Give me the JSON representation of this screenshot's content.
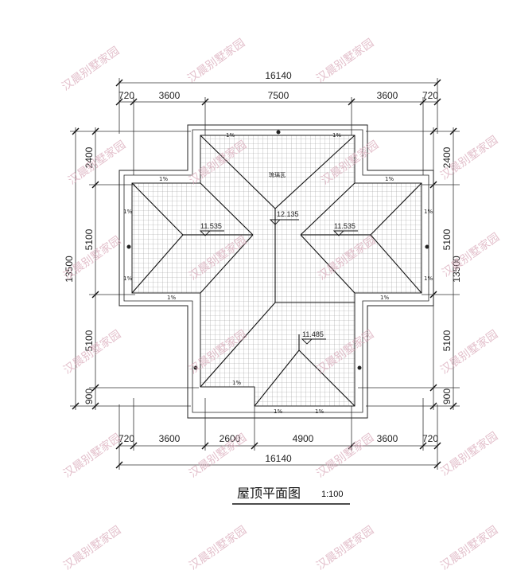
{
  "drawing": {
    "title": "屋顶平面图",
    "scale": "1:100",
    "watermark": "汉晨别墅家园"
  },
  "dims": {
    "top_total": "16140",
    "top_segments": [
      "720",
      "3600",
      "7500",
      "3600",
      "720"
    ],
    "bottom_total": "16140",
    "bottom_segments": [
      "720",
      "3600",
      "2600",
      "4900",
      "3600",
      "720"
    ],
    "left_total": "13500",
    "left_segments": [
      "2400",
      "5100",
      "5100",
      "900"
    ],
    "right_total": "13500",
    "right_segments": [
      "2400",
      "5100",
      "5100",
      "900"
    ]
  },
  "roof": {
    "ridge_main": "12.135",
    "ridge_left": "11.535",
    "ridge_right": "11.535",
    "ridge_bottom": "11.485",
    "slope": "1%",
    "note": "琉璃瓦"
  },
  "colors": {
    "line": "#222222",
    "tile": "#9a9a9a",
    "watermark": "#d9a9b9"
  }
}
